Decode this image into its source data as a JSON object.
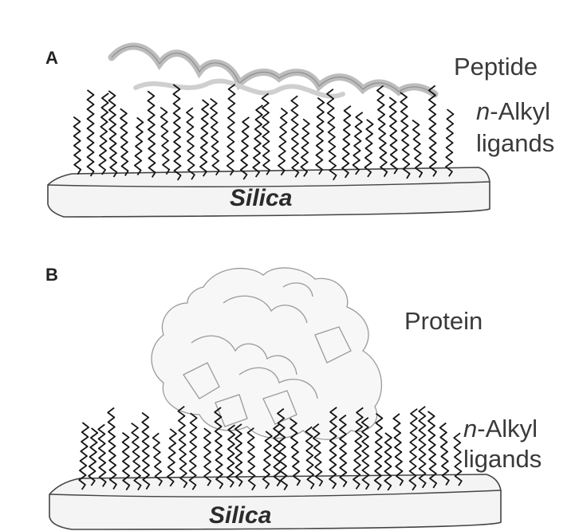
{
  "panels": [
    {
      "letter": "A",
      "molecule_label": "Peptide",
      "ligand_prefix": "n",
      "ligand_suffix": "-Alkyl",
      "ligand_line2": "ligands",
      "surface_label": "Silica"
    },
    {
      "letter": "B",
      "molecule_label": "Protein",
      "ligand_prefix": "n",
      "ligand_suffix": "-Alkyl",
      "ligand_line2": "ligands",
      "surface_label": "Silica"
    }
  ]
}
